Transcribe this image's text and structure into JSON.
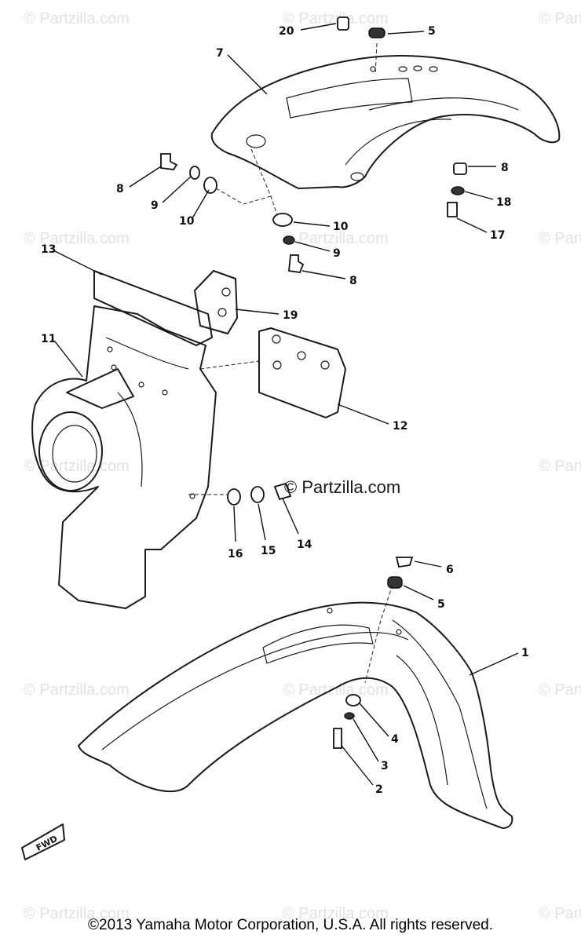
{
  "watermark": "© Partzilla.com",
  "watermark_center": "© Partzilla.com",
  "copyright": "©2013 Yamaha Motor Corporation, U.S.A. All rights reserved.",
  "fwd_label": "FWD",
  "callouts": {
    "c20": "20",
    "c5_top": "5",
    "c7": "7",
    "c8_left": "8",
    "c9_left": "9",
    "c10_left": "10",
    "c8_right": "8",
    "c18": "18",
    "c17": "17",
    "c10_mid": "10",
    "c9_mid": "9",
    "c8_mid": "8",
    "c13": "13",
    "c19": "19",
    "c11": "11",
    "c12": "12",
    "c16": "16",
    "c15": "15",
    "c14": "14",
    "c6": "6",
    "c5_low": "5",
    "c1": "1",
    "c4": "4",
    "c3": "3",
    "c2": "2"
  }
}
